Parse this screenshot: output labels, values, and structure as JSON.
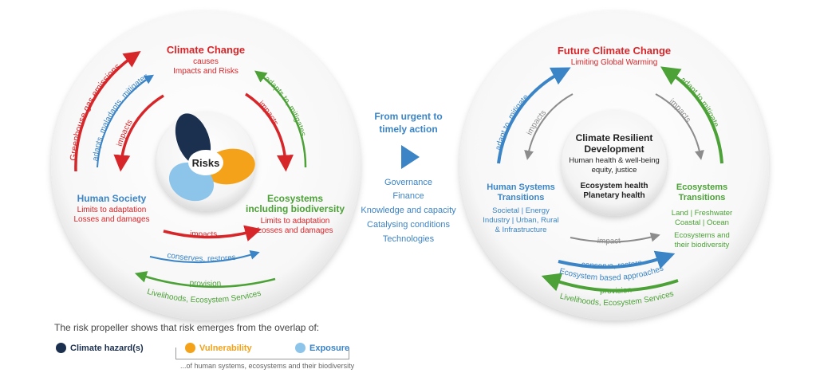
{
  "colors": {
    "red": "#d7262a",
    "blue": "#3b84c6",
    "green": "#4ca137",
    "grey": "#8c8c8c",
    "navy": "#1b2f4e",
    "orange": "#f4a21a",
    "lightblue": "#8cc4ea"
  },
  "left": {
    "title": "Climate Change",
    "title_sub1": "causes",
    "title_sub2": "Impacts and Risks",
    "human_title": "Human Society",
    "human_sub1": "Limits to adaptation",
    "human_sub2": "Losses and damages",
    "eco_title1": "Ecosystems",
    "eco_title2": "including biodiversity",
    "eco_sub1": "Limits to adaptation",
    "eco_sub2": "Losses and damages",
    "center": "Risks",
    "arc_ghg": "Greenhouse gas emissions",
    "arc_adapts_left": "adapts, maladapts, mitigates",
    "arc_impacts_left": "impacts",
    "arc_adapts_right": "adapts to, mitigates",
    "arc_impacts_right": "impacts",
    "arc_impacts_bottom": "impacts",
    "arc_conserves": "conserves, restores",
    "arc_provision": "provision",
    "arc_livelihoods": "Livelihoods, Ecosystem Services"
  },
  "middle": {
    "title1": "From urgent to",
    "title2": "timely action",
    "items": [
      "Governance",
      "Finance",
      "Knowledge and capacity",
      "Catalysing conditions",
      "Technologies"
    ]
  },
  "right": {
    "title": "Future Climate Change",
    "title_sub": "Limiting Global Warming",
    "center_title1": "Climate Resilient",
    "center_title2": "Development",
    "center_l1": "Human health & well-being",
    "center_l2": "equity, justice",
    "center_l3": "Ecosystem health",
    "center_l4": "Planetary health",
    "hs_title1": "Human Systems",
    "hs_title2": "Transitions",
    "hs_sub1": "Societal | Energy",
    "hs_sub2": "Industry | Urban, Rural",
    "hs_sub3": "& Infrastructure",
    "eco_title1": "Ecosystems",
    "eco_title2": "Transitions",
    "eco_sub1": "Land | Freshwater",
    "eco_sub2": "Coastal | Ocean",
    "eco_sub3": "Ecosystems and",
    "eco_sub4": "their biodiversity",
    "arc_adapt_left": "adapt to, mitigate",
    "arc_impacts_left": "impacts",
    "arc_adapt_right": "adapt to mitigate",
    "arc_impacts_right": "impacts",
    "arc_impact_bottom": "impact",
    "arc_conserve": "conserve, restore",
    "arc_eba": "Ecosystem based approaches",
    "arc_provision": "provision",
    "arc_livelihoods": "Livelihoods, Ecosystem Services"
  },
  "legend": {
    "intro": "The risk propeller shows that risk emerges from the overlap of:",
    "hazard": "Climate hazard(s)",
    "vulnerability": "Vulnerability",
    "exposure": "Exposure",
    "note": "...of human systems, ecosystems and their biodiversity"
  }
}
